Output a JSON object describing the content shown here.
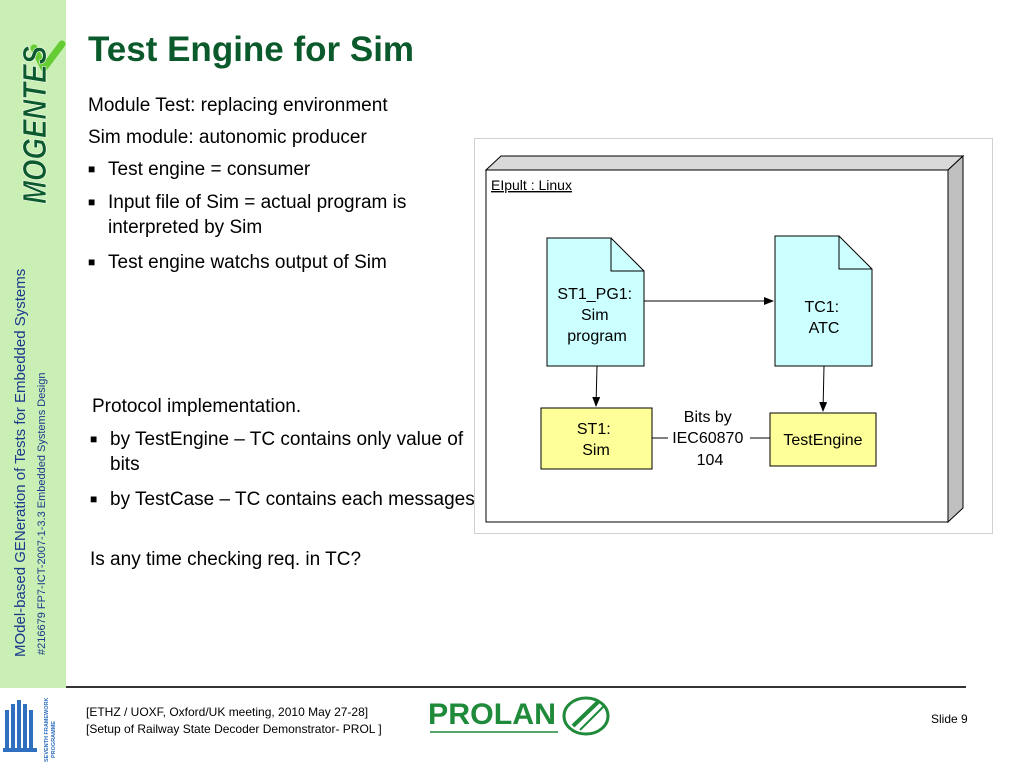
{
  "sideband": {
    "logo_text": "MOGENTES",
    "project_title": "MOdel-based GENeration of Tests for Embedded Systems",
    "project_id": "#216679 FP7-ICT-2007-1-3.3 Embedded Systems Design",
    "fp7_text": [
      "SEVENTH FRAMEWORK",
      "PROGRAMME"
    ]
  },
  "slide": {
    "title": "Test Engine for Sim",
    "section1": {
      "lines": [
        "Module Test: replacing environment",
        "Sim module: autonomic producer"
      ],
      "bullets": [
        "Test engine = consumer",
        "Input file of Sim = actual program is interpreted by Sim",
        "Test engine watchs output of Sim"
      ]
    },
    "section2": {
      "intro": "Protocol implementation.",
      "bullets": [
        "by TestEngine – TC contains only value of bits",
        "by TestCase – TC contains each messages"
      ],
      "question": "Is any time checking req. in TC?"
    }
  },
  "diagram": {
    "node_label": "EIpult : Linux",
    "doc1_lines": [
      "ST1_PG1:",
      "Sim",
      "program"
    ],
    "doc2_lines": [
      "TC1:",
      "ATC"
    ],
    "comp1_lines": [
      "ST1:",
      "Sim"
    ],
    "comp2_label": "TestEngine",
    "link_lines": [
      "Bits by",
      "IEC60870",
      "104"
    ],
    "colors": {
      "doc_fill": "#ccffff",
      "component_fill": "#ffff99",
      "node_front": "#ffffff",
      "node_side": "#c0c0c0"
    }
  },
  "footer": {
    "meeting": "[ETHZ / UOXF, Oxford/UK meeting, 2010 May 27-28]",
    "topic": "[Setup of Railway State Decoder Demonstrator- PROL ]",
    "company_logo_text": "PROLAN",
    "slide_number": "Slide 9"
  }
}
